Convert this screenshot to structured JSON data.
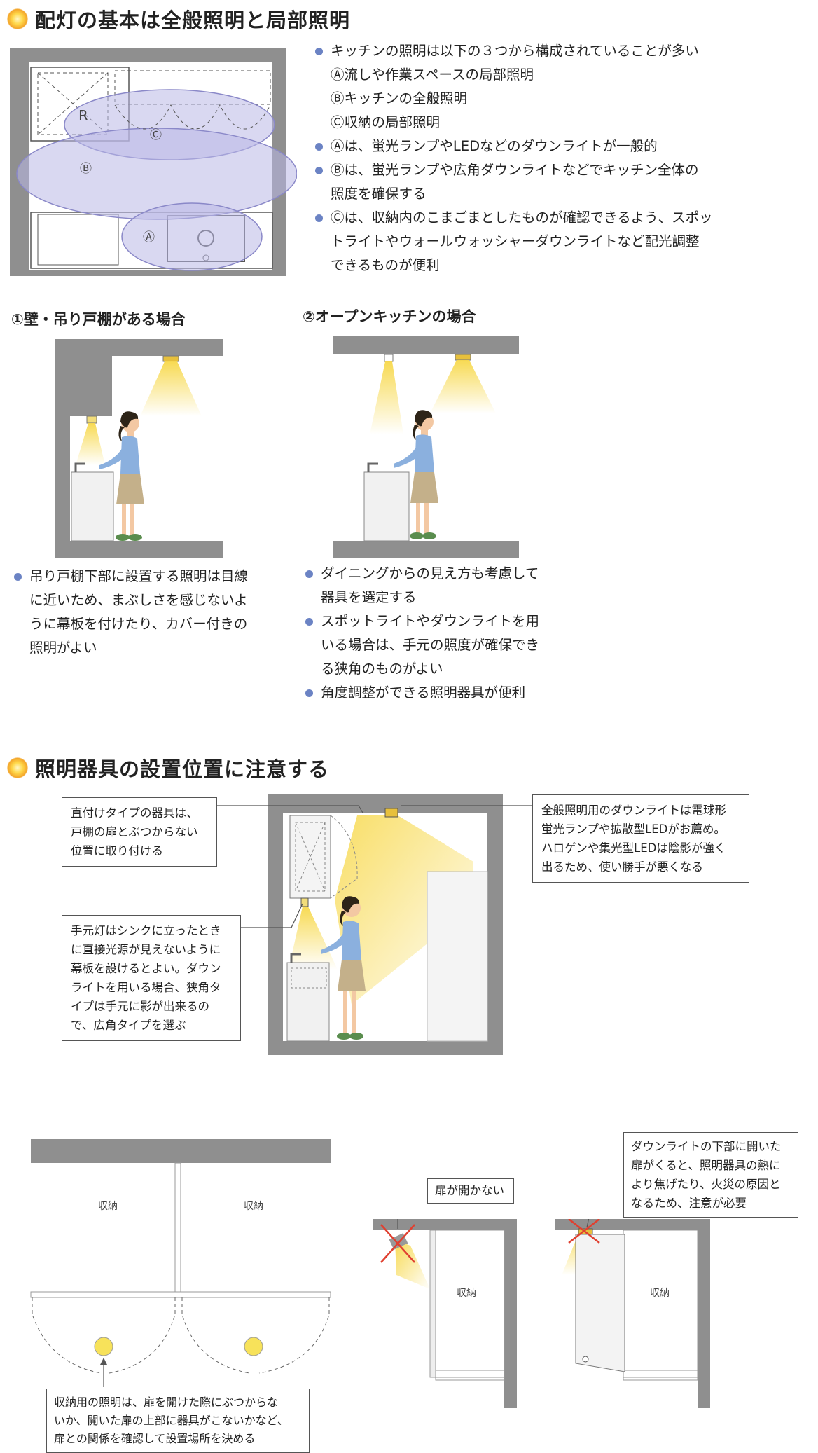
{
  "section1": {
    "title": "配灯の基本は全般照明と局部照明",
    "plan": {
      "label_r": "R",
      "label_a": "Ⓐ",
      "label_b": "Ⓑ",
      "label_c": "Ⓒ"
    },
    "bullets": [
      "キッチンの照明は以下の３つから構成されていることが多い",
      "Ⓐ流しや作業スペースの局部照明",
      "Ⓑキッチンの全般照明",
      "Ⓒ収納の局部照明",
      "Ⓐは、蛍光ランプやLEDなどのダウンライトが一般的",
      "Ⓑは、蛍光ランプや広角ダウンライトなどでキッチン全体の",
      "照度を確保する",
      "Ⓒは、収納内のこまごまとしたものが確認できるよう、スポッ",
      "トライトやウォールウォッシャーダウンライトなど配光調整",
      "できるものが便利"
    ]
  },
  "case1": {
    "title": "①壁・吊り戸棚がある場合",
    "bullets": [
      "吊り戸棚下部に設置する照明は目線",
      "に近いため、まぶしさを感じないよ",
      "うに幕板を付けたり、カバー付きの",
      "照明がよい"
    ]
  },
  "case2": {
    "title": "②オープンキッチンの場合",
    "bullets": [
      "ダイニングからの見え方も考慮して",
      "器具を選定する",
      "スポットライトやダウンライトを用",
      "いる場合は、手元の照度が確保でき",
      "る狭角のものがよい",
      "角度調整ができる照明器具が便利"
    ]
  },
  "section2": {
    "title": "照明器具の設置位置に注意する",
    "note_direct": [
      "直付けタイプの器具は、",
      "戸棚の扉とぶつからない",
      "位置に取り付ける"
    ],
    "note_downlight": [
      "全般照明用のダウンライトは電球形",
      "蛍光ランプや拡散型LEDがお薦め。",
      "ハロゲンや集光型LEDは陰影が強く",
      "出るため、使い勝手が悪くなる"
    ],
    "note_handlight": [
      "手元灯はシンクに立ったとき",
      "に直接光源が見えないように",
      "幕板を設けるとよい。ダウン",
      "ライトを用いる場合、狭角タ",
      "イプは手元に影が出来るの",
      "で、広角タイプを選ぶ"
    ]
  },
  "section3": {
    "storage_label": "収納",
    "note_storage": [
      "収納用の照明は、扉を開けた際にぶつからな",
      "いか、開いた扉の上部に器具がこないかなど、",
      "扉との関係を確認して設置場所を決める"
    ],
    "note_cannot_open": "扉が開かない",
    "note_heat": [
      "ダウンライトの下部に開いた",
      "扉がくると、照明器具の熱に",
      "より焦げたり、火災の原因と",
      "なるため、注意が必要"
    ]
  },
  "colors": {
    "wall": "#8f8f8f",
    "light": "#f7d84a",
    "zone": "#b9b8e6",
    "bullet": "#6b83c4"
  }
}
